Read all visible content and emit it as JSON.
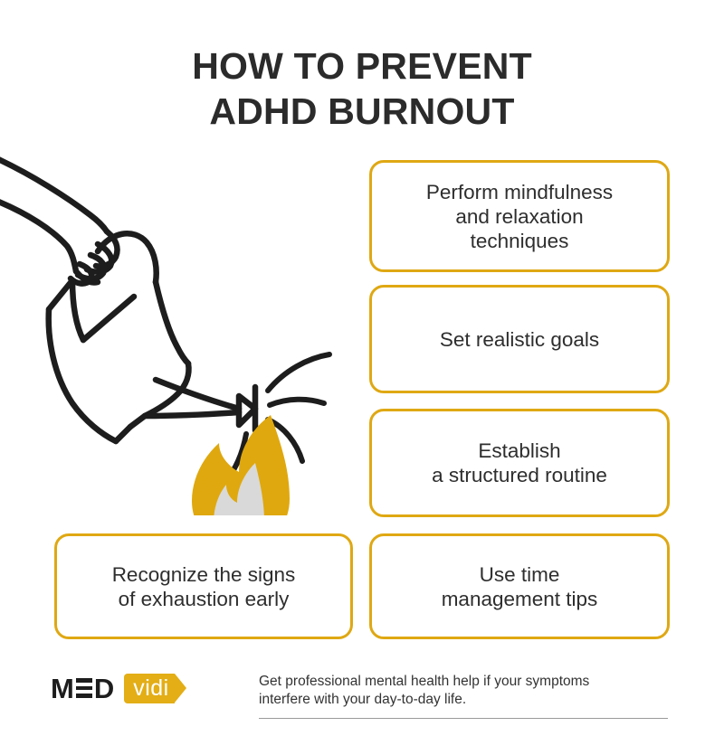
{
  "title": {
    "line1": "HOW TO PREVENT",
    "line2": "ADHD BURNOUT"
  },
  "cards": [
    {
      "id": "card-1",
      "line1": "Perform mindfulness",
      "line2": "and relaxation",
      "line3": "techniques"
    },
    {
      "id": "card-2",
      "line1": "Set realistic goals",
      "line2": "",
      "line3": ""
    },
    {
      "id": "card-3",
      "line1": "Establish",
      "line2": "a structured routine",
      "line3": ""
    },
    {
      "id": "card-4",
      "line1": "Recognize the signs",
      "line2": "of exhaustion early",
      "line3": ""
    },
    {
      "id": "card-5",
      "line1": "Use time",
      "line2": "management tips",
      "line3": ""
    }
  ],
  "illustration": {
    "name": "watering-can-extinguishing-flame",
    "parts": [
      "hand",
      "watering-can",
      "spout",
      "water-spray-arcs",
      "flame",
      "ground-line"
    ]
  },
  "footer": {
    "logo": {
      "mark_m": "M",
      "mark_e": "E",
      "mark_d": "D",
      "tag_text": "vidi"
    },
    "note_line1": "Get professional mental health help if your symptoms",
    "note_line2": "interfere with your day-to-day life."
  },
  "colors": {
    "accent": "#dfa813",
    "logo_tag": "#e3ae16",
    "flame": "#dfa80e",
    "flame_inner": "#d9d9d9",
    "ink": "#1d1d1d",
    "title": "#2b2b2b",
    "body_text": "#2e2e2e",
    "divider": "#9a9a9a",
    "background": "#ffffff"
  }
}
